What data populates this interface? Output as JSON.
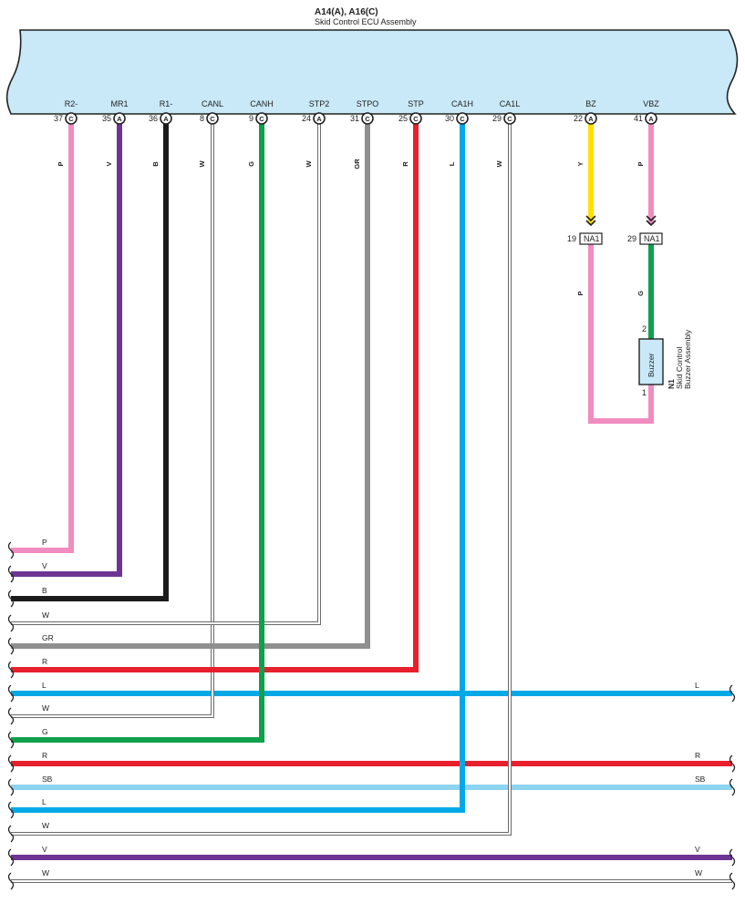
{
  "ecu": {
    "title": "A14(A), A16(C)",
    "subtitle": "Skid Control ECU Assembly",
    "fill": "#c9e9f8"
  },
  "pins": [
    {
      "name": "R2-",
      "num": "37",
      "conn": "C",
      "wire": "P"
    },
    {
      "name": "MR1",
      "num": "35",
      "conn": "A",
      "wire": "V"
    },
    {
      "name": "R1-",
      "num": "36",
      "conn": "A",
      "wire": "B"
    },
    {
      "name": "CANL",
      "num": "8",
      "conn": "C",
      "wire": "W"
    },
    {
      "name": "CANH",
      "num": "9",
      "conn": "C",
      "wire": "G"
    },
    {
      "name": "STP2",
      "num": "24",
      "conn": "A",
      "wire": "W"
    },
    {
      "name": "STPO",
      "num": "31",
      "conn": "C",
      "wire": "GR"
    },
    {
      "name": "STP",
      "num": "25",
      "conn": "C",
      "wire": "R"
    },
    {
      "name": "CA1H",
      "num": "30",
      "conn": "C",
      "wire": "L"
    },
    {
      "name": "CA1L",
      "num": "29",
      "conn": "C",
      "wire": "W"
    },
    {
      "name": "BZ",
      "num": "22",
      "conn": "A",
      "wire": "Y"
    },
    {
      "name": "VBZ",
      "num": "41",
      "conn": "A",
      "wire": "P"
    }
  ],
  "junctions": [
    {
      "num": "19",
      "label": "NA1",
      "wire_below": "P"
    },
    {
      "num": "29",
      "label": "NA1",
      "wire_below": "G"
    }
  ],
  "buzzer": {
    "id": "N1",
    "name_line1": "Skid Control",
    "name_line2": "Buzzer Assembly",
    "label": "Buzzer",
    "pin_top": "2",
    "pin_bottom": "1"
  },
  "bus_wires": [
    {
      "label": "P",
      "right_label": ""
    },
    {
      "label": "V",
      "right_label": ""
    },
    {
      "label": "B",
      "right_label": ""
    },
    {
      "label": "W",
      "right_label": ""
    },
    {
      "label": "GR",
      "right_label": ""
    },
    {
      "label": "R",
      "right_label": ""
    },
    {
      "label": "L",
      "right_label": "L"
    },
    {
      "label": "W",
      "right_label": ""
    },
    {
      "label": "G",
      "right_label": ""
    },
    {
      "label": "R",
      "right_label": "R"
    },
    {
      "label": "SB",
      "right_label": "SB"
    },
    {
      "label": "L",
      "right_label": ""
    },
    {
      "label": "W",
      "right_label": ""
    },
    {
      "label": "V",
      "right_label": "V"
    },
    {
      "label": "W",
      "right_label": "W"
    }
  ],
  "wire_colors": {
    "P": "#f08cbf",
    "V": "#6d3494",
    "B": "#1b1b1b",
    "W": "#777777",
    "G": "#0fa04c",
    "GR": "#8f8f8f",
    "R": "#e8202d",
    "L": "#00a9e6",
    "Y": "#ffe000",
    "SB": "#8dd4f0"
  }
}
